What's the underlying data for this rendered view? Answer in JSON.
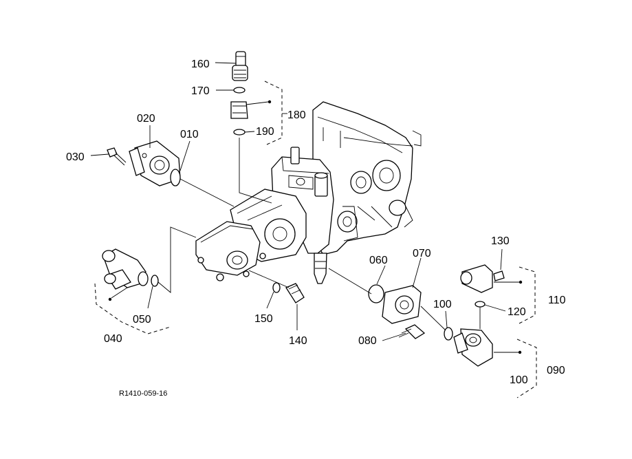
{
  "figure_ref": "R1410-059-16",
  "callouts": [
    {
      "id": "160",
      "label": "160"
    },
    {
      "id": "170",
      "label": "170"
    },
    {
      "id": "180",
      "label": "180"
    },
    {
      "id": "190",
      "label": "190"
    },
    {
      "id": "020",
      "label": "020"
    },
    {
      "id": "010",
      "label": "010"
    },
    {
      "id": "030",
      "label": "030"
    },
    {
      "id": "130",
      "label": "130"
    },
    {
      "id": "110",
      "label": "110"
    },
    {
      "id": "120",
      "label": "120"
    },
    {
      "id": "060",
      "label": "060"
    },
    {
      "id": "070",
      "label": "070"
    },
    {
      "id": "100a",
      "label": "100"
    },
    {
      "id": "090",
      "label": "090"
    },
    {
      "id": "100b",
      "label": "100"
    },
    {
      "id": "080",
      "label": "080"
    },
    {
      "id": "150",
      "label": "150"
    },
    {
      "id": "140",
      "label": "140"
    },
    {
      "id": "050",
      "label": "050"
    },
    {
      "id": "040",
      "label": "040"
    }
  ]
}
